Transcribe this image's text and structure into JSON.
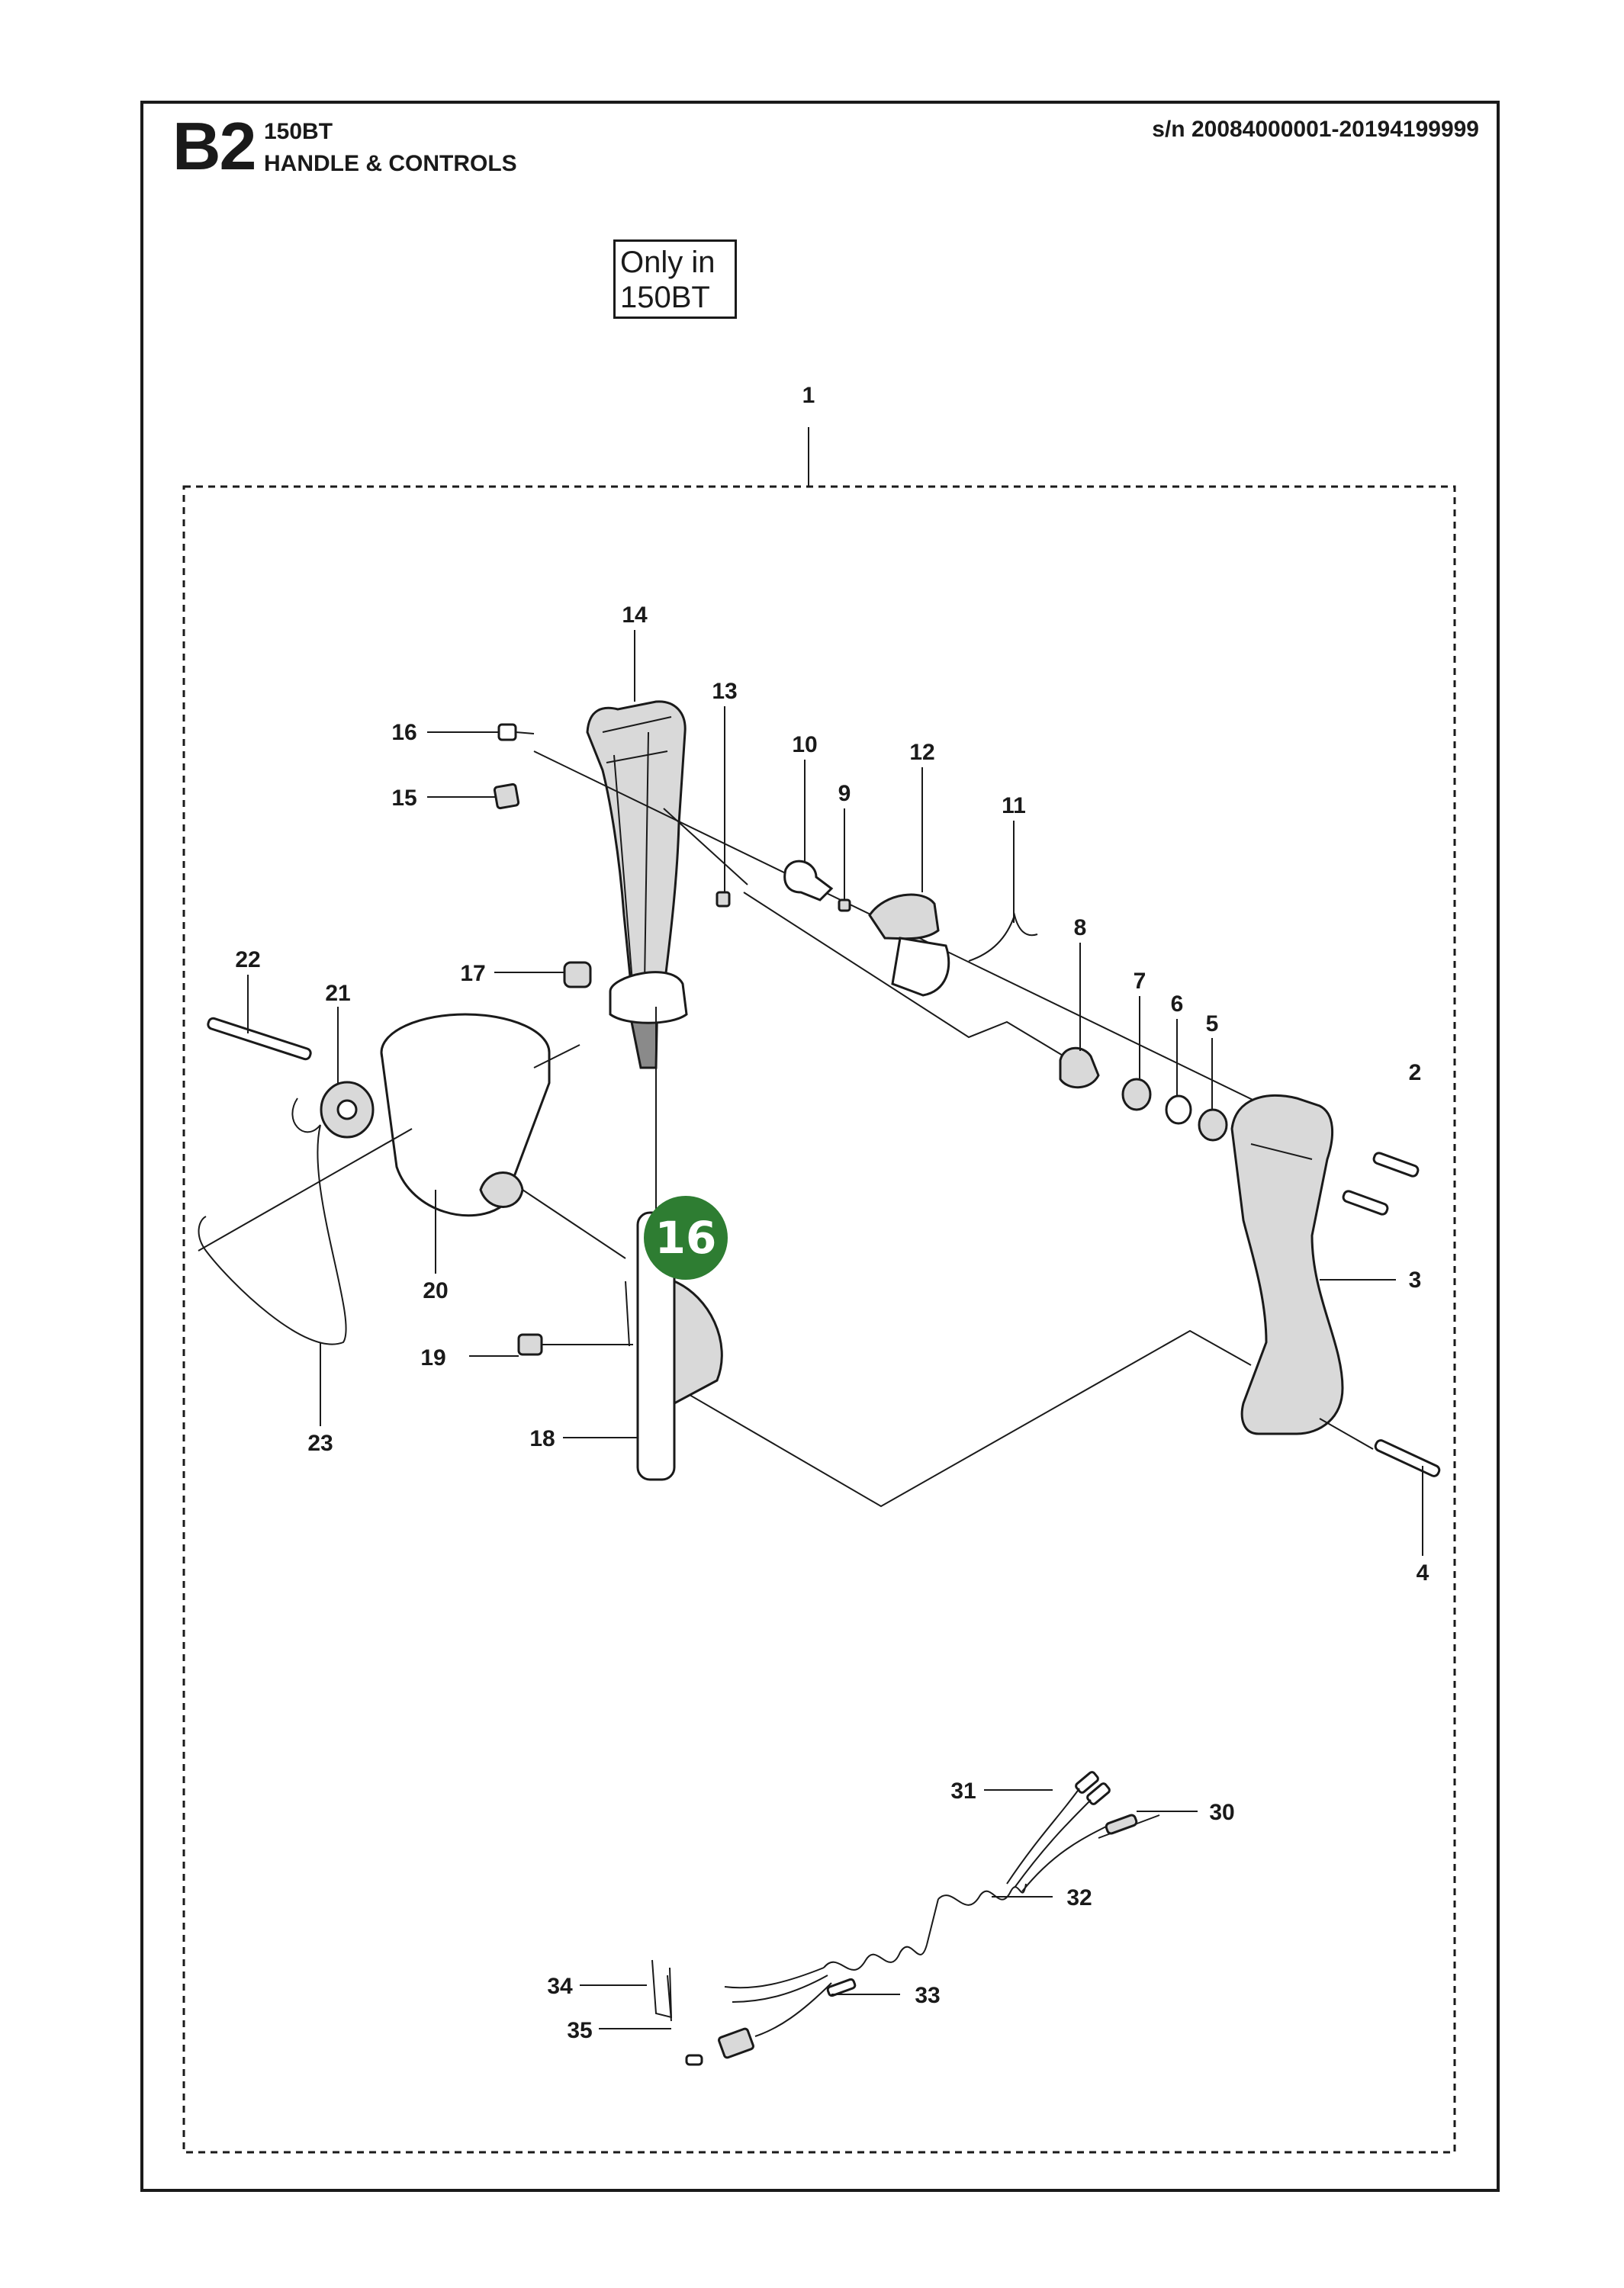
{
  "header": {
    "section_code": "B2",
    "model": "150BT",
    "title": "HANDLE & CONTROLS",
    "serial_range": "s/n 20084000001-20194199999"
  },
  "note": {
    "line1": "Only in",
    "line2": "150BT"
  },
  "highlight": {
    "label": "16",
    "color": "#2e7d32"
  },
  "callouts": [
    {
      "id": "1",
      "label": "1"
    },
    {
      "id": "2",
      "label": "2"
    },
    {
      "id": "3",
      "label": "3"
    },
    {
      "id": "4",
      "label": "4"
    },
    {
      "id": "5",
      "label": "5"
    },
    {
      "id": "6",
      "label": "6"
    },
    {
      "id": "7",
      "label": "7"
    },
    {
      "id": "8",
      "label": "8"
    },
    {
      "id": "9",
      "label": "9"
    },
    {
      "id": "10",
      "label": "10"
    },
    {
      "id": "11",
      "label": "11"
    },
    {
      "id": "12",
      "label": "12"
    },
    {
      "id": "13",
      "label": "13"
    },
    {
      "id": "14",
      "label": "14"
    },
    {
      "id": "15",
      "label": "15"
    },
    {
      "id": "16",
      "label": "16"
    },
    {
      "id": "17",
      "label": "17"
    },
    {
      "id": "18",
      "label": "18"
    },
    {
      "id": "19",
      "label": "19"
    },
    {
      "id": "20",
      "label": "20"
    },
    {
      "id": "21",
      "label": "21"
    },
    {
      "id": "22",
      "label": "22"
    },
    {
      "id": "23",
      "label": "23"
    },
    {
      "id": "30",
      "label": "30"
    },
    {
      "id": "31",
      "label": "31"
    },
    {
      "id": "32",
      "label": "32"
    },
    {
      "id": "33",
      "label": "33"
    },
    {
      "id": "34",
      "label": "34"
    },
    {
      "id": "35",
      "label": "35"
    }
  ]
}
